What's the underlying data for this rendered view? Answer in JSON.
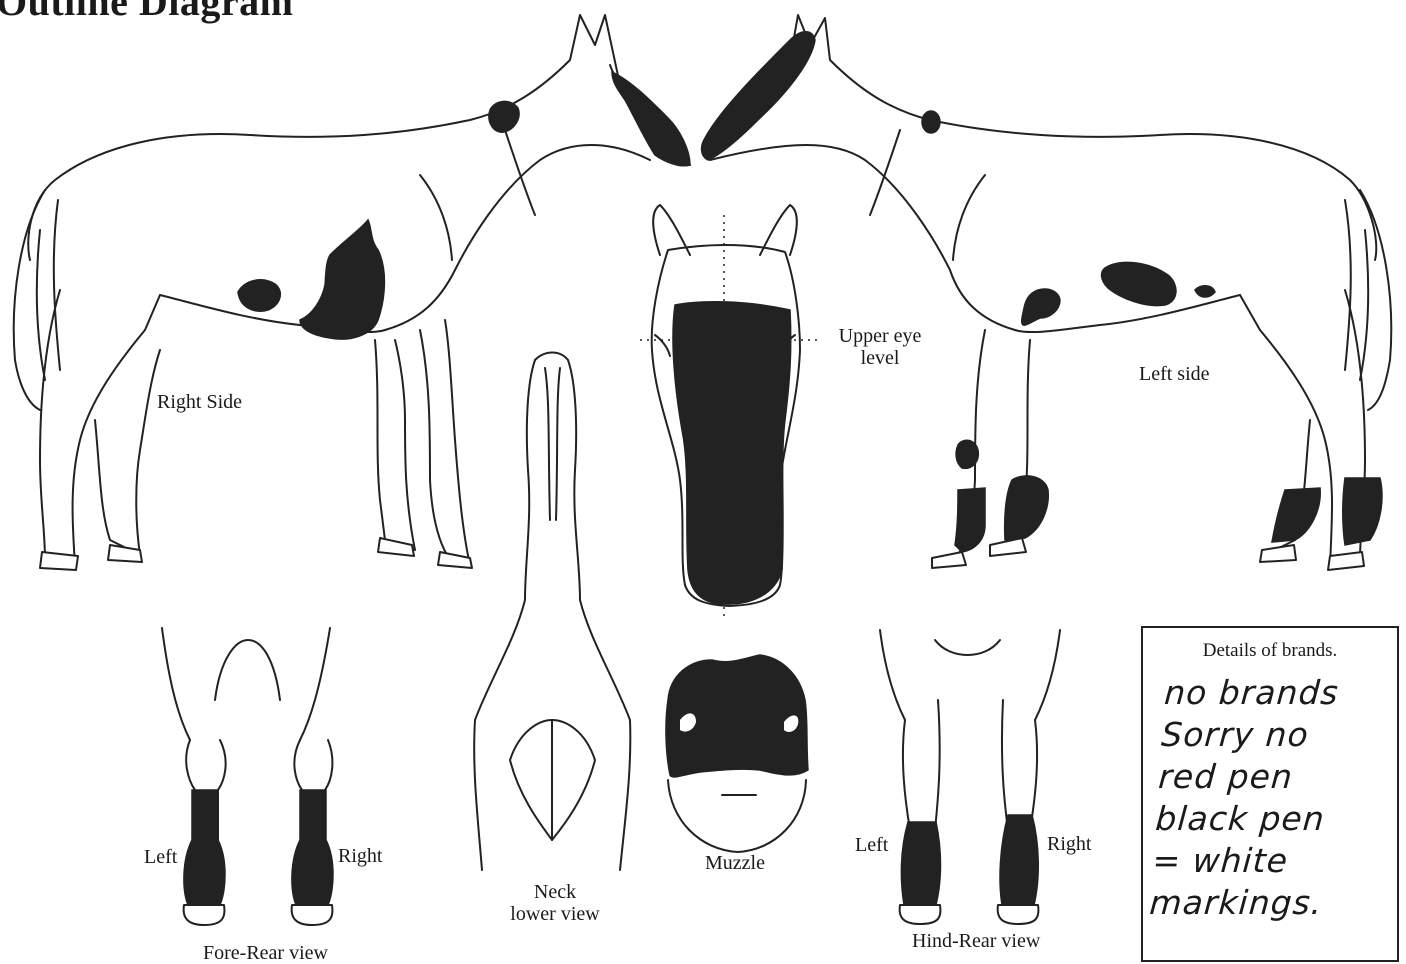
{
  "title": "Outline Diagram",
  "labels": {
    "right_side": "Right Side",
    "left_side": "Left side",
    "upper_eye_level": [
      "Upper eye",
      "level"
    ],
    "neck_lower_view": [
      "Neck",
      "lower view"
    ],
    "muzzle": "Muzzle",
    "fore_rear_view": "Fore-Rear view",
    "hind_rear_view": "Hind-Rear view",
    "fore_left": "Left",
    "fore_right": "Right",
    "hind_left": "Left",
    "hind_right": "Right"
  },
  "brands": {
    "title": "Details of brands.",
    "handwritten": [
      "no brands",
      "Sorry no",
      "red pen",
      "black pen",
      "= white",
      "markings."
    ]
  },
  "colors": {
    "ink": "#222222",
    "background": "#ffffff"
  }
}
